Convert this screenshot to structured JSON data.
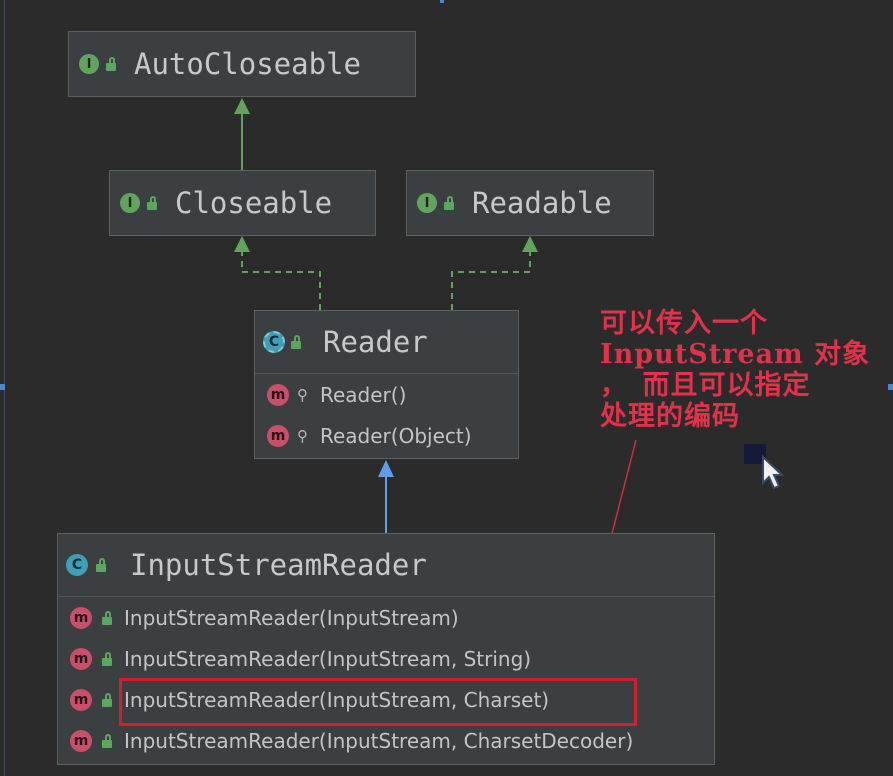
{
  "diagram": {
    "nodes": [
      {
        "id": "autocloseable",
        "kind": "interface",
        "badge": "I",
        "name": "AutoCloseable",
        "members": []
      },
      {
        "id": "closeable",
        "kind": "interface",
        "badge": "I",
        "name": "Closeable",
        "members": []
      },
      {
        "id": "readable",
        "kind": "interface",
        "badge": "I",
        "name": "Readable",
        "members": []
      },
      {
        "id": "reader",
        "kind": "abstract-class",
        "badge": "C",
        "name": "Reader",
        "members": [
          {
            "badge": "m",
            "access": "protected",
            "label": "Reader()"
          },
          {
            "badge": "m",
            "access": "protected",
            "label": "Reader(Object)"
          }
        ]
      },
      {
        "id": "inputstreamreader",
        "kind": "class",
        "badge": "C",
        "name": "InputStreamReader",
        "members": [
          {
            "badge": "m",
            "access": "public",
            "label": "InputStreamReader(InputStream)"
          },
          {
            "badge": "m",
            "access": "public",
            "label": "InputStreamReader(InputStream, String)"
          },
          {
            "badge": "m",
            "access": "public",
            "label": "InputStreamReader(InputStream, Charset)",
            "highlighted": true
          },
          {
            "badge": "m",
            "access": "public",
            "label": "InputStreamReader(InputStream, CharsetDecoder)"
          }
        ]
      }
    ],
    "edges": [
      {
        "from": "closeable",
        "to": "autocloseable",
        "type": "extends"
      },
      {
        "from": "reader",
        "to": "closeable",
        "type": "implements"
      },
      {
        "from": "reader",
        "to": "readable",
        "type": "implements"
      },
      {
        "from": "inputstreamreader",
        "to": "reader",
        "type": "extends"
      }
    ],
    "colors": {
      "background": "#2b2b2b",
      "node_fill": "#3c3f41",
      "extends_interface": "#62a35e",
      "extends_class": "#5f9ee8",
      "implements": "#62a35e",
      "annotation": "#e0324a",
      "highlight_border": "#d0212a"
    }
  },
  "annotation": {
    "lines": [
      "可以传入一个",
      "InputStream 对象",
      "，　而且可以指定",
      "处理的编码"
    ]
  },
  "icons": {
    "interface_badge": "interface-badge-icon",
    "class_badge": "class-badge-icon",
    "method_badge": "method-badge-icon",
    "public": "lock-open-icon",
    "protected": "key-icon",
    "cursor": "mouse-pointer-icon"
  }
}
